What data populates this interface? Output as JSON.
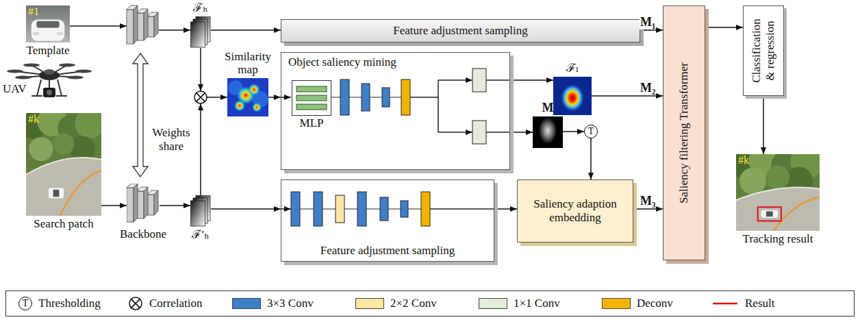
{
  "diagram": {
    "nodes": [
      {
        "text": [
          "#1",
          "Template"
        ]
      },
      {
        "text": [
          "#k",
          "Search patch"
        ]
      },
      {
        "text": [
          "Backbone"
        ]
      },
      {
        "text": [
          "ℱₕ"
        ]
      },
      {
        "text": [
          "ℱ′ₕ"
        ]
      },
      {
        "text": [
          "Similarity map"
        ]
      },
      {
        "text": [
          "Feature adjustment sampling"
        ]
      },
      {
        "text": [
          "Object saliency mining"
        ]
      },
      {
        "text": [
          "MLP"
        ],
        "in": 7
      },
      {
        "text": [
          "ℱₗ"
        ]
      },
      {
        "text": [
          "M"
        ]
      },
      {
        "text": [
          "T"
        ]
      },
      {
        "text": [
          "Feature adjustment sampling"
        ]
      },
      {
        "text": [
          "Saliency adaption embedding"
        ]
      },
      {
        "text": [
          "Saliency filtering Transformer"
        ]
      },
      {
        "text": [
          "Classification & regression"
        ]
      },
      {
        "text": [
          "#k",
          "Tracking result"
        ]
      }
    ],
    "edges": [
      {
        "from": 1,
        "to": 2,
        "arrow": "to"
      },
      {
        "from": 2,
        "to": 4,
        "arrow": "to"
      },
      {
        "from": 3,
        "to": 6,
        "arrow": "to"
      },
      {
        "from": 5,
        "to": 7,
        "arrow": "to"
      },
      {
        "from": 7,
        "to": 9,
        "arrow": "to"
      },
      {
        "from": 7,
        "to": 10,
        "arrow": "to"
      },
      {
        "from": 10,
        "to": 11,
        "arrow": "to"
      },
      {
        "from": 11,
        "to": 13,
        "arrow": "to"
      },
      {
        "from": 4,
        "to": 12,
        "arrow": "to"
      },
      {
        "from": 12,
        "to": 13,
        "arrow": "to"
      },
      {
        "from": 6,
        "to": 14,
        "arrow": "to",
        "label": "M₁"
      },
      {
        "from": 9,
        "to": 14,
        "arrow": "to",
        "label": "M₂"
      },
      {
        "from": 13,
        "to": 14,
        "arrow": "to",
        "label": "M₃"
      },
      {
        "from": 14,
        "to": 15,
        "arrow": "to"
      },
      {
        "from": 15,
        "to": 16,
        "arrow": "to"
      }
    ],
    "labels": [
      "UAV",
      "Weights share",
      "T"
    ],
    "legend": [
      {
        "text": "Thresholding"
      },
      {
        "text": "Correlation"
      },
      {
        "text": "3×3 Conv",
        "color": "#3f7fc8"
      },
      {
        "text": "2×2 Conv",
        "color": "#fce6a4"
      },
      {
        "text": "1×1 Conv",
        "color": "#e2ecd9"
      },
      {
        "text": "Deconv",
        "color": "#f5b301"
      },
      {
        "text": "Result"
      }
    ]
  }
}
